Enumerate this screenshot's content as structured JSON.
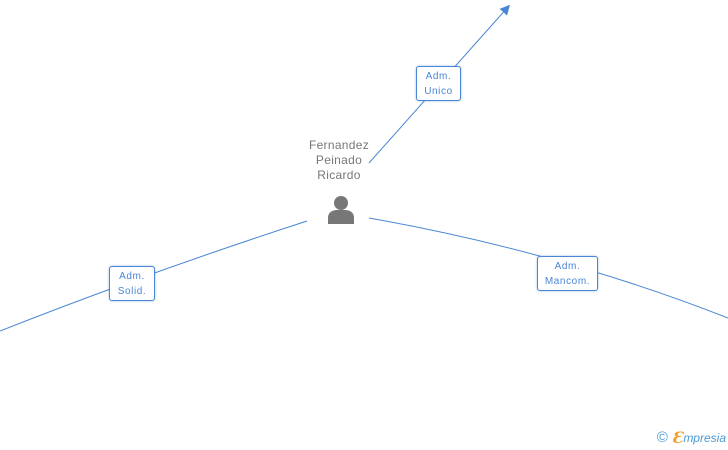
{
  "person": {
    "name_lines": [
      "Fernandez",
      "Peinado",
      "Ricardo"
    ],
    "icon": "person-icon"
  },
  "roles": {
    "unico": {
      "line1": "Adm.",
      "line2": "Unico"
    },
    "solid": {
      "line1": "Adm.",
      "line2": "Solid."
    },
    "mancom": {
      "line1": "Adm.",
      "line2": "Mancom."
    }
  },
  "watermark": {
    "symbol": "©",
    "brand_initial": "Ɛ",
    "brand_rest": "mpresia"
  },
  "colors": {
    "line": "#4a86d4",
    "person_icon": "#777777",
    "brand_orange": "#f0a030",
    "brand_blue": "#4a9ad4"
  }
}
